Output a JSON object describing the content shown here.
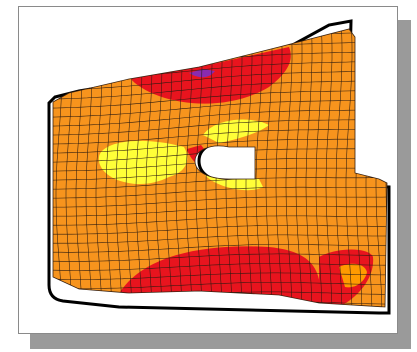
{
  "figure": {
    "kind": "finite-element stress contour plot on deformed mesh",
    "colors": {
      "background": "#ffffff",
      "frame_border": "#8a8a8a",
      "shadow": "#9a9a9a",
      "base_orange": "#f7941d",
      "bright_orange": "#ff9a00",
      "red": "#e8141e",
      "yellow": "#ffff38",
      "purple": "#8a2bb0",
      "mesh": "#2a1a10",
      "outline": "#000000"
    },
    "contour_levels": [
      "purple",
      "red",
      "orange",
      "yellow"
    ]
  }
}
